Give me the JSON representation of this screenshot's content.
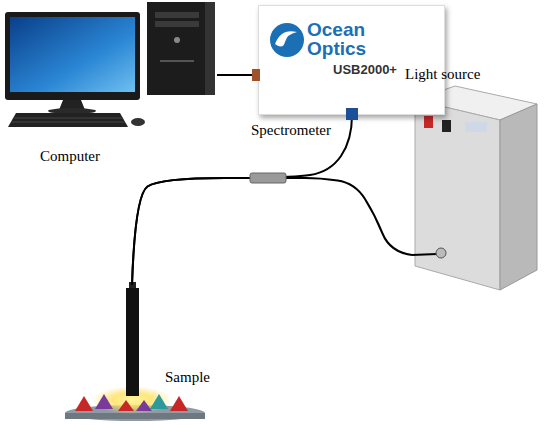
{
  "diagram": {
    "nodes": [
      {
        "text": [
          "Computer"
        ]
      },
      {
        "text": [
          "Ocean Optics",
          "USB2000+",
          "Spectrometer"
        ]
      },
      {
        "text": [
          "Light source"
        ]
      },
      {
        "text": [
          "Sample"
        ]
      }
    ],
    "edges": [
      {
        "from": 0,
        "to": 1,
        "arrow": "none"
      },
      {
        "from": 1,
        "to": 3,
        "arrow": "none"
      },
      {
        "from": 2,
        "to": 3,
        "arrow": "none"
      }
    ]
  }
}
